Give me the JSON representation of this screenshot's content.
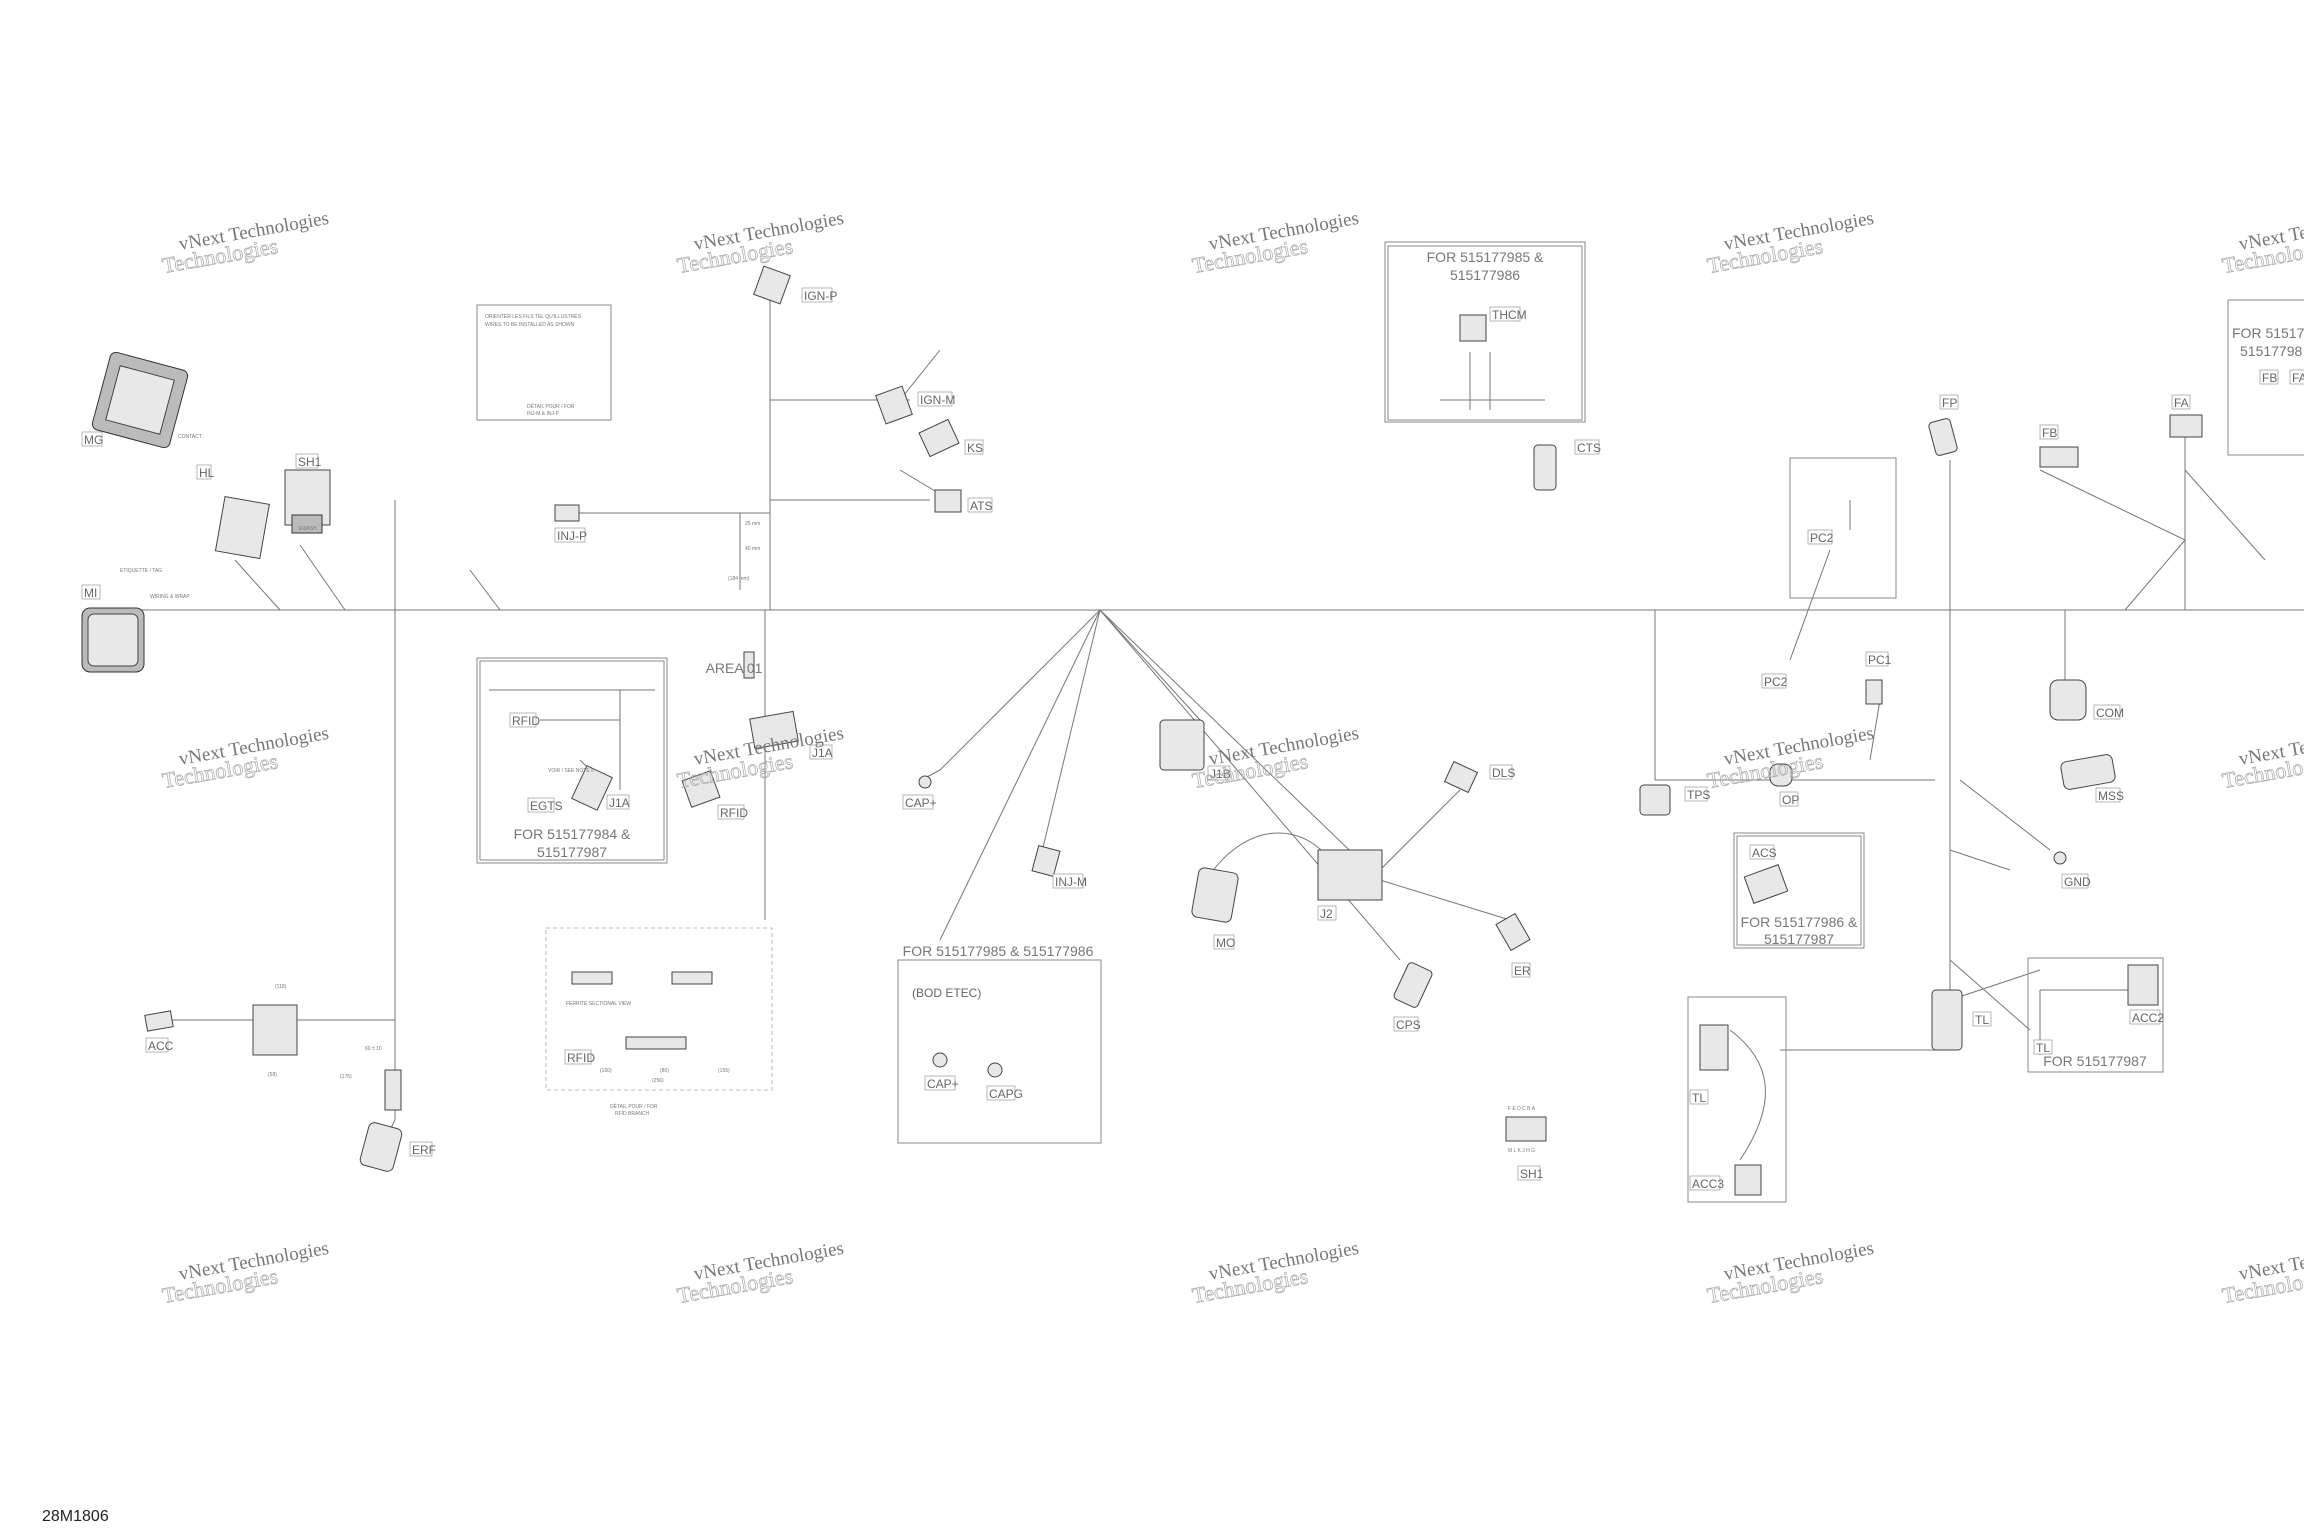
{
  "drawing_id": "28M1806",
  "watermark": {
    "line1": "vNext Technologies",
    "line2": "Technologies"
  },
  "connectors": {
    "MG": "MG",
    "HL": "HL",
    "SH1_top": "SH1",
    "IGN_P": "IGN-P",
    "IGN_M": "IGN-M",
    "KS": "KS",
    "ATS": "ATS",
    "INJ_P": "INJ-P",
    "MI": "MI",
    "THCM": "THCM",
    "CTS": "CTS",
    "FP": "FP",
    "FB": "FB",
    "FA": "FA",
    "FB2": "FB",
    "FA2": "FA",
    "PC2": "PC2",
    "PC2b": "PC2",
    "PC1": "PC1",
    "COM": "COM",
    "MSS": "MSS",
    "OP": "OP",
    "TPS": "TPS",
    "GND": "GND",
    "ACS": "ACS",
    "ACC2": "ACC2",
    "TL_right": "TL",
    "TL_box": "TL",
    "TL_left": "TL",
    "ACC3": "ACC3",
    "SH1_bottom": "SH1",
    "DLS": "DLS",
    "J1B": "J1B",
    "J2": "J2",
    "MO": "MO",
    "ER": "ER",
    "CPS": "CPS",
    "CAP_plus": "CAP+",
    "INJ_M": "INJ-M",
    "J1A_area": "J1A",
    "RFID_area": "RFID",
    "EGTS": "EGTS",
    "J1A": "J1A",
    "RFID_box": "RFID",
    "RFID_detail": "RFID",
    "ACC": "ACC",
    "ERF": "ERF",
    "CAP_plus2": "CAP+",
    "CAPG": "CAPG"
  },
  "boxes": {
    "thcm_title_1": "FOR 515177985 &",
    "thcm_title_2": "515177986",
    "area_title": "AREA 01",
    "area_left_1": "FOR 515177984 &",
    "area_left_2": "515177987",
    "bottom_center": "FOR 515177985 & 515177986",
    "bod_etec": "(BOD ETEC)",
    "acs_1": "FOR 515177986 &",
    "acs_2": "515177987",
    "acc2_box": "FOR 515177987",
    "right_top_1": "FOR 515177",
    "right_top_2": "51517798"
  },
  "notes": {
    "etiquette": "ETIQUETTE / TAG",
    "contact": "CONTACT",
    "sh1_note": "SN/ASH",
    "detail_top_title": "DÉTAIL POUR / FOR",
    "detail_top_sub": "INJ-M & INJ-P",
    "detail_bottom_title": "DÉTAIL POUR / FOR",
    "detail_bottom_sub": "RFID BRANCH",
    "ferrite": "FERRITE SECTIONAL VIEW",
    "detail_inner_1": "ORIENTER LES FILS TEL QU'ILLUSTRÉS",
    "detail_inner_2": "WIRES TO BE INSTALLED AS SHOWN",
    "voir_note": "VOIR / SEE NOTE 5",
    "wiring_note": "WIRING & WRAP",
    "dim_118": "(118)",
    "dim_58": "(58)",
    "dim_175": "(175)",
    "dim_60": "60 ± 10",
    "dim_160": "(160)",
    "dim_80": "(80)",
    "dim_155": "(155)",
    "dim_256": "(256)",
    "dim_25": "25 mm",
    "dim_40": "40 mm",
    "dim_184": "(184 mm)",
    "sh1_pins_top": "F E D C B A",
    "sh1_pins_bottom": "M L K J H G"
  }
}
